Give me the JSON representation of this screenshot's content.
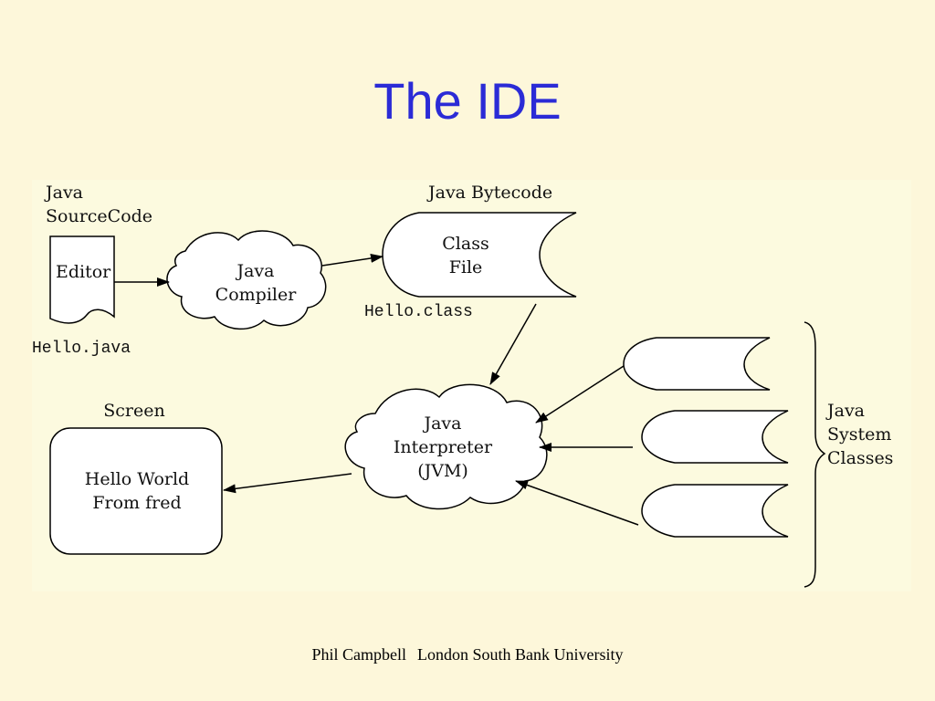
{
  "slide": {
    "title": "The IDE",
    "footer_author": "Phil Campbell",
    "footer_org": "London South Bank University"
  },
  "diagram": {
    "source_label_line1": "Java",
    "source_label_line2": "SourceCode",
    "editor_label": "Editor",
    "source_file": "Hello.java",
    "compiler_line1": "Java",
    "compiler_line2": "Compiler",
    "bytecode_label": "Java Bytecode",
    "class_file_line1": "Class",
    "class_file_line2": "File",
    "class_filename": "Hello.class",
    "interpreter_line1": "Java",
    "interpreter_line2": "Interpreter",
    "interpreter_line3": "(JVM)",
    "screen_label": "Screen",
    "screen_line1": "Hello World",
    "screen_line2": "From fred",
    "system_line1": "Java",
    "system_line2": "System",
    "system_line3": "Classes"
  }
}
